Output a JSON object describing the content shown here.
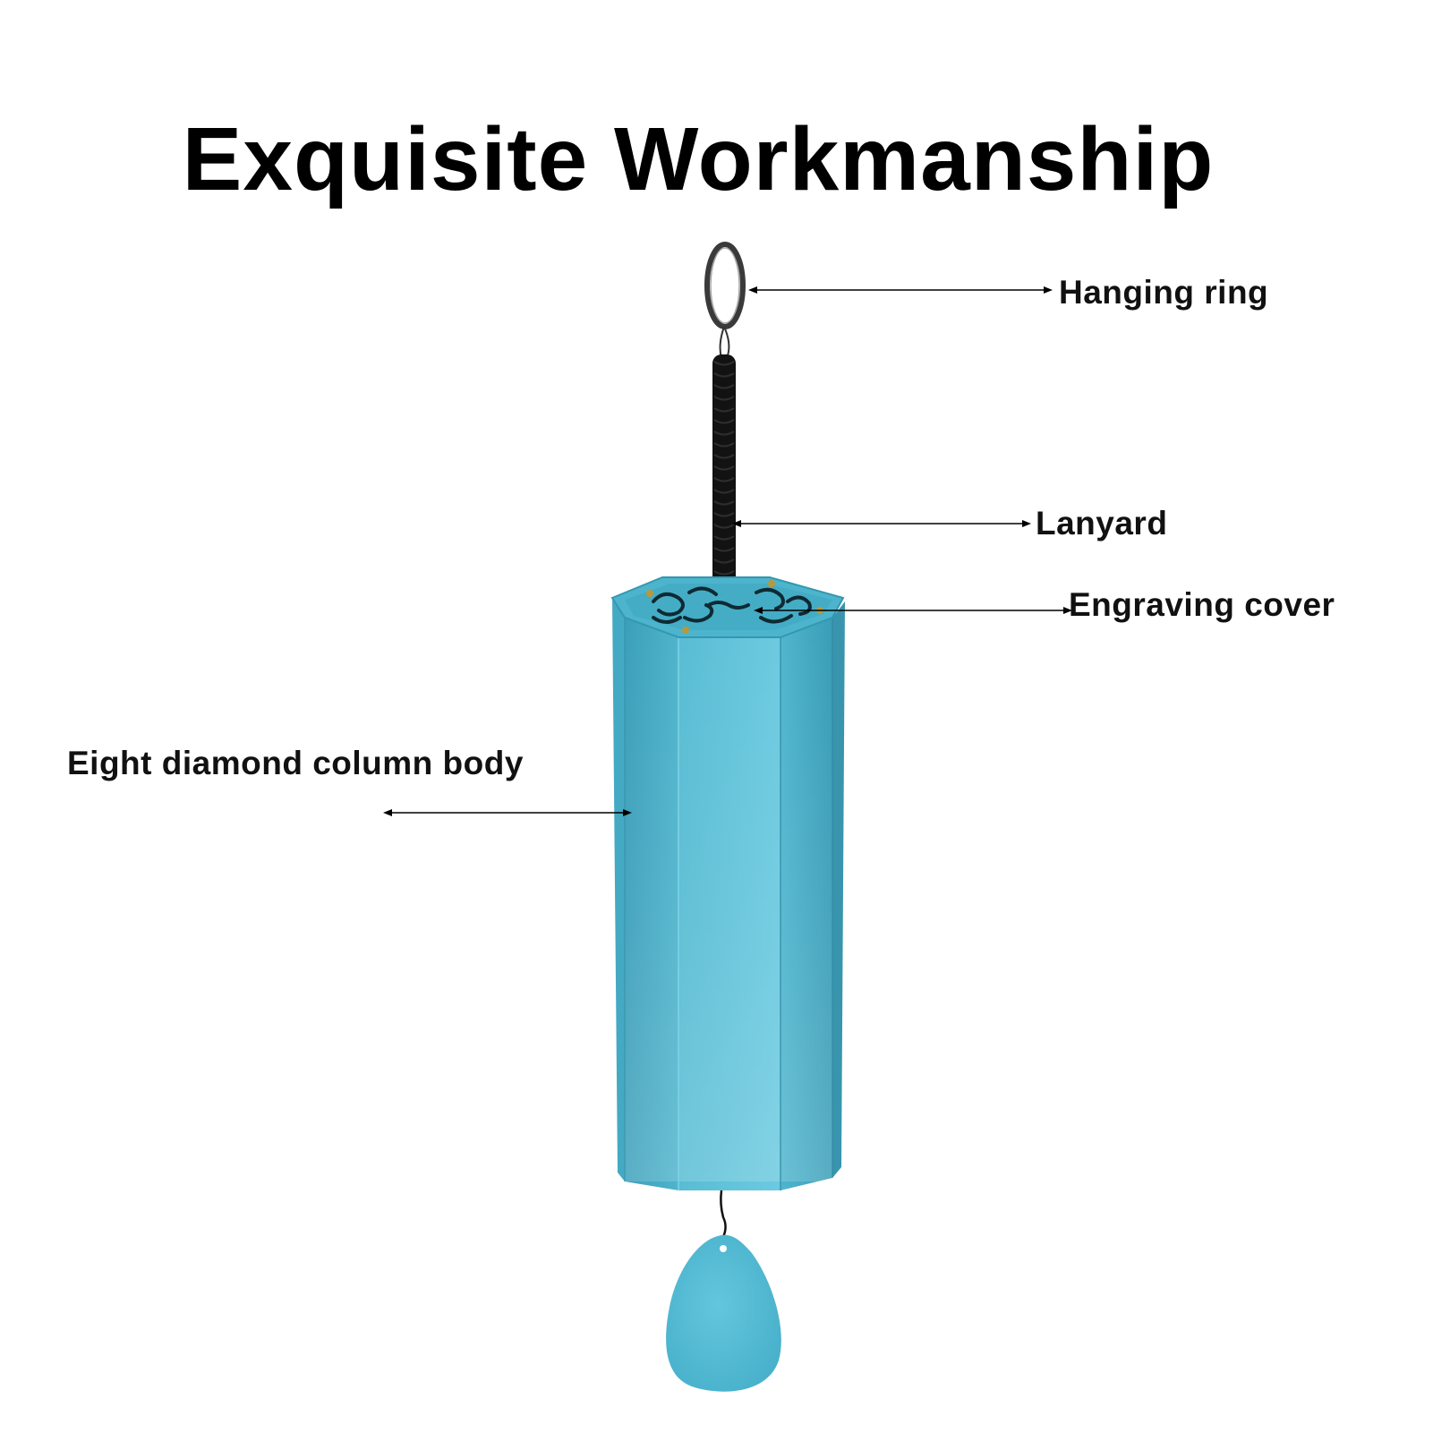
{
  "title": "Exquisite Workmanship",
  "labels": {
    "hanging_ring": "Hanging ring",
    "lanyard": "Lanyard",
    "engraving_cover": "Engraving cover",
    "body": "Eight diamond column body"
  },
  "colors": {
    "body_main": "#5bbfd6",
    "body_dark": "#3aa2bd",
    "body_light": "#6fcde2",
    "cover_top": "#49b3cc",
    "ring": "#3a3a3a",
    "lanyard": "#121212",
    "arrow": "#000000"
  }
}
